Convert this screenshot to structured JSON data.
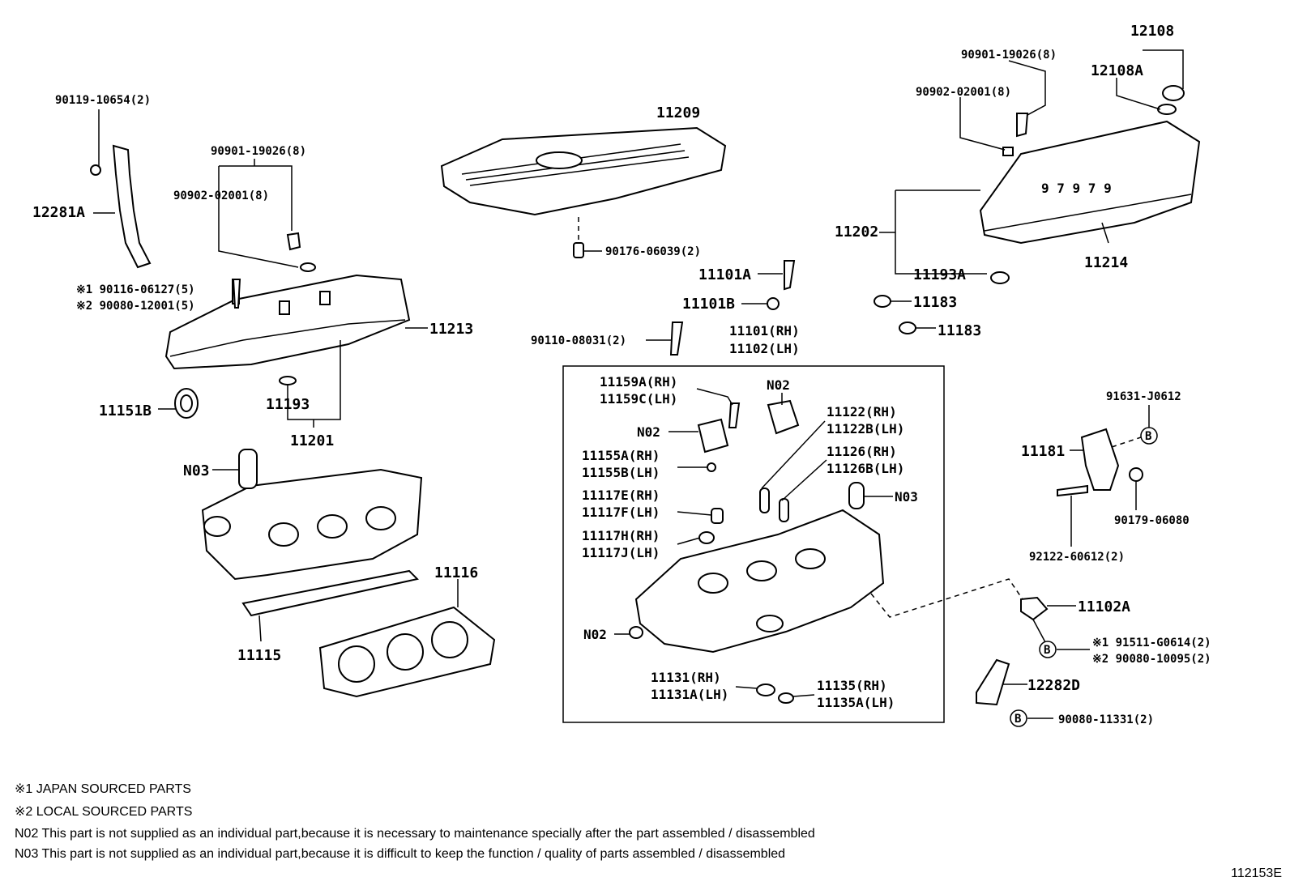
{
  "labels": {
    "p12108": "12108",
    "p12108a": "12108A",
    "p90901_r": "90901-19026(8)",
    "p90902_r": "90902-02001(8)",
    "p90119": "90119-10654(2)",
    "p11209": "11209",
    "p90901_l": "90901-19026(8)",
    "p90902_l": "90902-02001(8)",
    "p12281a": "12281A",
    "p11202": "11202",
    "p11214": "11214",
    "p90176": "90176-06039(2)",
    "p11101a": "11101A",
    "p11193a": "11193A",
    "p11101b": "11101B",
    "p11183a": "11183",
    "p11183b": "11183",
    "p90116": "※1 90116-06127(5)",
    "p90080_12001": "※2 90080-12001(5)",
    "p11213": "11213",
    "p90110": "90110-08031(2)",
    "p11101": "11101(RH)",
    "p11102": "11102(LH)",
    "p11151b": "11151B",
    "p11193": "11193",
    "p11201": "11201",
    "p11159a": "11159A(RH)",
    "p11159c": "11159C(LH)",
    "p_n02_top": "N02",
    "p_n02_left": "N02",
    "p11122": "11122(RH)",
    "p11122b": "11122B(LH)",
    "p11126": "11126(RH)",
    "p11126b": "11126B(LH)",
    "p11155a": "11155A(RH)",
    "p11155b": "11155B(LH)",
    "p_n03_right": "N03",
    "p11117e": "11117E(RH)",
    "p11117f": "11117F(LH)",
    "p11117h": "11117H(RH)",
    "p11117j": "11117J(LH)",
    "p_n02_bottom": "N02",
    "p11131": "11131(RH)",
    "p11131a": "11131A(LH)",
    "p11135": "11135(RH)",
    "p11135a": "11135A(LH)",
    "p_n03_left": "N03",
    "p11116": "11116",
    "p11115": "11115",
    "p91631": "91631-J0612",
    "p11181": "11181",
    "p90179": "90179-06080",
    "p92122": "92122-60612(2)",
    "p11102a": "11102A",
    "p91511": "※1 91511-G0614(2)",
    "p90080_10095": "※2 90080-10095(2)",
    "p12282d": "12282D",
    "p90080_11331": "90080-11331(2)",
    "circle_b": "B"
  },
  "notes": {
    "n1": "※1 JAPAN SOURCED PARTS",
    "n2": "※2 LOCAL SOURCED PARTS",
    "n3": "N02 This part is not supplied as an individual part,because it is necessary to maintenance specially after the part assembled / disassembled",
    "n4": "N03 This part is not supplied as an individual part,because it is difficult to keep the function / quality of parts assembled / disassembled"
  },
  "figure_id": "112153E"
}
